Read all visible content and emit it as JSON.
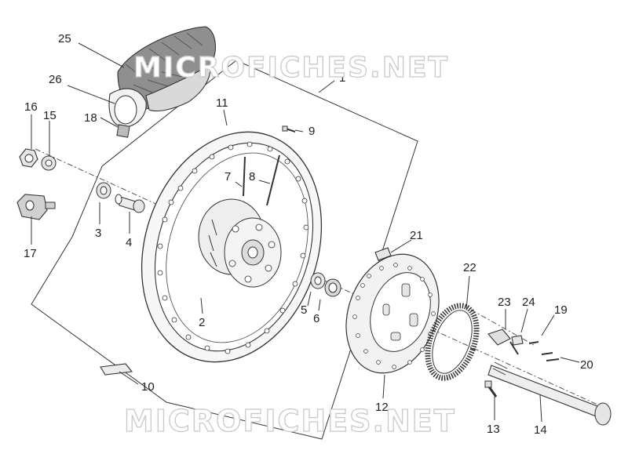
{
  "watermark": {
    "top": "MICROFICHES.NET",
    "bottom": "MICROFICHES.NET"
  },
  "callouts": {
    "c1": "1",
    "c2": "2",
    "c3": "3",
    "c4": "4",
    "c5": "5",
    "c6": "6",
    "c7": "7",
    "c8": "8",
    "c9": "9",
    "c10": "10",
    "c11": "11",
    "c12": "12",
    "c13": "13",
    "c14": "14",
    "c15": "15",
    "c16": "16",
    "c17": "17",
    "c18": "18",
    "c19": "19",
    "c20": "20",
    "c21": "21",
    "c22": "22",
    "c23": "23",
    "c24": "24",
    "c25": "25",
    "c26": "26"
  },
  "colors": {
    "line": "#333333",
    "tyre": "#8f8f8f",
    "part_fill": "#e6e6e6",
    "watermark_outline": "#c9c9c9"
  }
}
